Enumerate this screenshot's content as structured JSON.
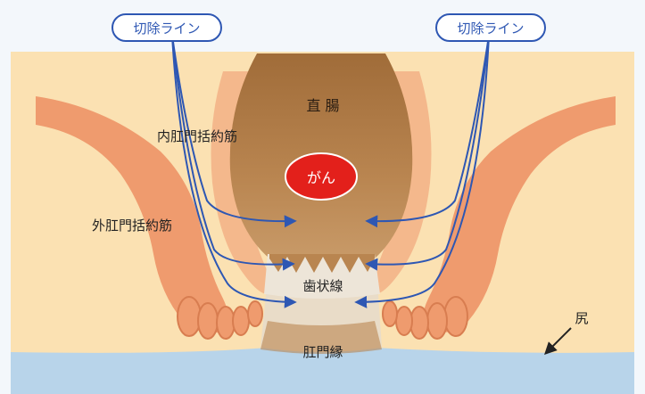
{
  "labels": {
    "cut_line_left": "切除ライン",
    "cut_line_right": "切除ライン",
    "rectum": "直 腸",
    "internal_sphincter": "内肛門括約筋",
    "external_sphincter": "外肛門括約筋",
    "cancer": "がん",
    "dentate_line": "歯状線",
    "anal_verge": "肛門縁",
    "buttocks": "尻"
  },
  "colors": {
    "background": "#f3f7fb",
    "skin": "#fbe1b2",
    "external_muscle": "#ef9b6e",
    "internal_muscle": "#f4b88c",
    "rectum": "#b67d45",
    "cancer": "#e3201b",
    "dentate_zone": "#ede5d8",
    "anal_canal_floor": "#b8d4ea",
    "cut_line": "#2e57b3"
  }
}
